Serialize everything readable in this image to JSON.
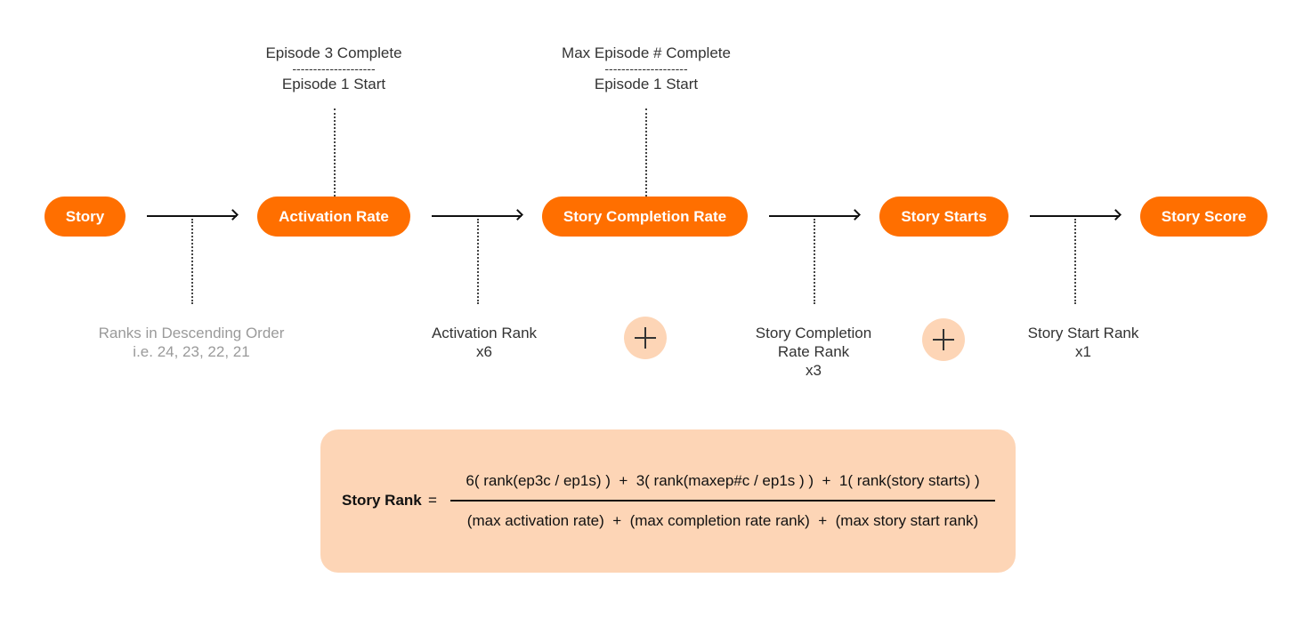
{
  "nodes": {
    "story": "Story",
    "activation_rate": "Activation Rate",
    "story_completion_rate": "Story Completion Rate",
    "story_starts": "Story Starts",
    "story_score": "Story Score"
  },
  "top_labels": {
    "activation": {
      "numerator": "Episode 3 Complete",
      "divider": "--------------------",
      "denominator": "Episode 1 Start"
    },
    "completion": {
      "numerator": "Max Episode # Complete",
      "divider": "--------------------",
      "denominator": "Episode 1 Start"
    }
  },
  "bottom_labels": {
    "ranks_line1": "Ranks in Descending Order",
    "ranks_line2": "i.e. 24, 23, 22, 21",
    "activation_rank_line1": "Activation Rank",
    "activation_rank_line2": "x6",
    "completion_rank_line1": "Story Completion",
    "completion_rank_line2": "Rate Rank",
    "completion_rank_line3": "x3",
    "start_rank_line1": "Story Start Rank",
    "start_rank_line2": "x1"
  },
  "formula": {
    "label": "Story Rank",
    "equals": "=",
    "numerator": "6( rank(ep3c / ep1s) )  +  3( rank(maxep#c / ep1s ) )  +  1( rank(story starts) )",
    "denominator": "(max activation rate)  +  (max completion rate rank)  +  (max story start rank)"
  },
  "colors": {
    "accent": "#ff6f00",
    "soft": "#fdd5b6",
    "muted_text": "#9a9a9a"
  }
}
